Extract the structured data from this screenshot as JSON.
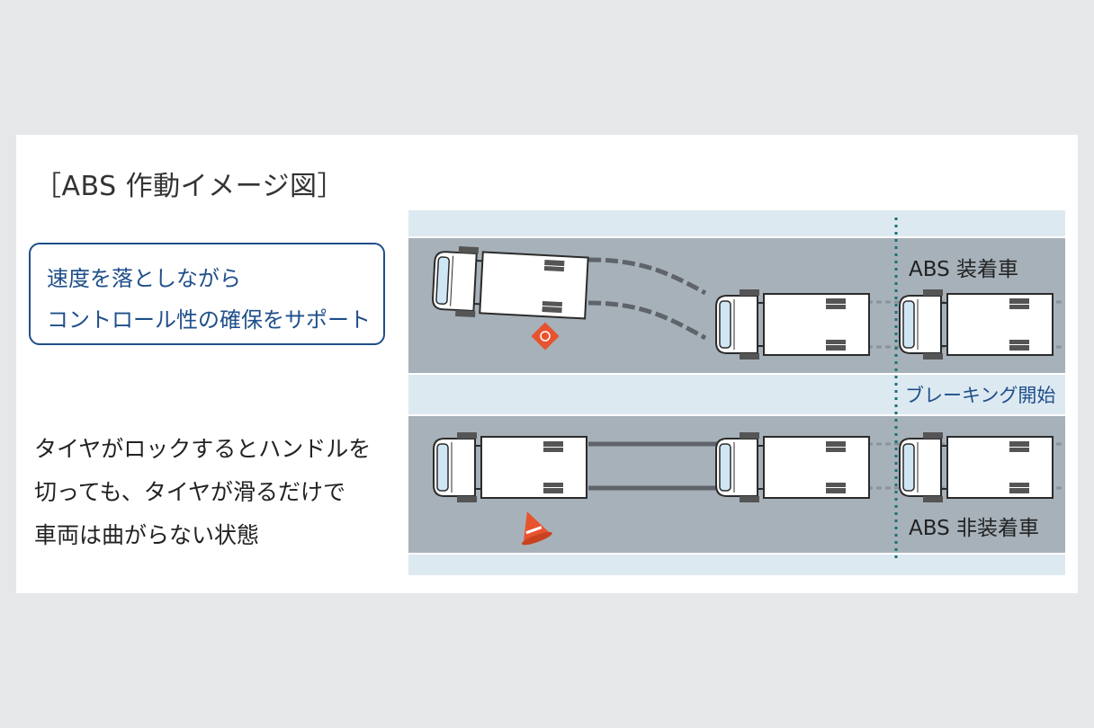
{
  "title": "［ABS 作動イメージ図］",
  "abs_message": {
    "lines": [
      "速度を落としながら",
      "コントロール性の確保をサポート"
    ]
  },
  "lock_message": {
    "lines": [
      "タイヤがロックするとハンドルを",
      "切っても、タイヤが滑るだけで",
      "車両は曲がらない状態"
    ]
  },
  "diagram": {
    "abs_label": "ABS 装着車",
    "braking_label": "ブレーキング開始",
    "non_abs_label": "ABS 非装着車"
  },
  "colors": {
    "panel": "#ffffff",
    "page": "#e6e7e8",
    "accent_blue": "#1f4f8a",
    "road": "#a7b1b9",
    "shoulder": "#dde9f1",
    "teal_line": "#1c6f7c",
    "hazard": "#e8532f"
  },
  "icons": [
    "truck-icon",
    "hazard-sign-icon",
    "traffic-cone-icon"
  ]
}
